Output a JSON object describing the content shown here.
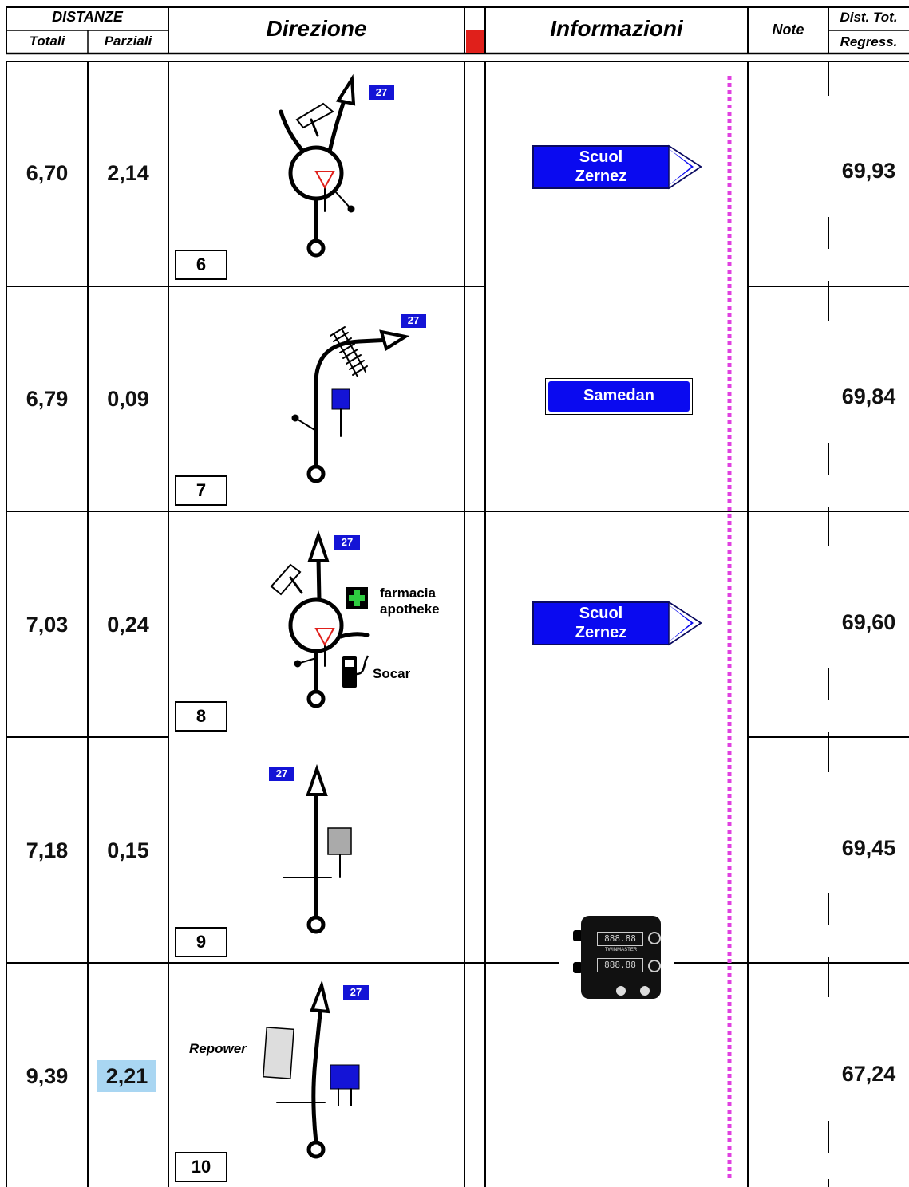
{
  "header": {
    "distanze": "DISTANZE",
    "totali": "Totali",
    "parziali": "Parziali",
    "direzione": "Direzione",
    "informazioni": "Informazioni",
    "note": "Note",
    "dist_tot_line1": "Dist. Tot.",
    "dist_tot_line2": "Regress."
  },
  "colors": {
    "route_blue": "#1414d6",
    "sign_blue": "#0a0af0",
    "red_marker": "#e0201b",
    "dotted_line": "#e040e0",
    "highlight": "#a9d6f2"
  },
  "rows": [
    {
      "totali": "6,70",
      "parziali": "2,14",
      "index": "6",
      "route": "27",
      "regress": "69,93",
      "sign": {
        "line1": "Scuol",
        "line2": "Zernez"
      }
    },
    {
      "totali": "6,79",
      "parziali": "0,09",
      "index": "7",
      "route": "27",
      "regress": "69,84",
      "sign": {
        "line1": "Samedan"
      }
    },
    {
      "totali": "7,03",
      "parziali": "0,24",
      "index": "8",
      "route": "27",
      "regress": "69,60",
      "sign": {
        "line1": "Scuol",
        "line2": "Zernez"
      },
      "poi": {
        "pharmacy_line1": "farmacia",
        "pharmacy_line2": "apotheke",
        "fuel": "Socar"
      }
    },
    {
      "totali": "7,18",
      "parziali": "0,15",
      "index": "9",
      "route": "27",
      "regress": "69,45"
    },
    {
      "totali": "9,39",
      "parziali": "2,21",
      "index": "10",
      "route": "27",
      "regress": "67,24",
      "poi": {
        "label": "Repower"
      }
    }
  ],
  "device": {
    "label": "TWINMASTER",
    "display_top": "888.88",
    "display_bottom": "888.88"
  }
}
